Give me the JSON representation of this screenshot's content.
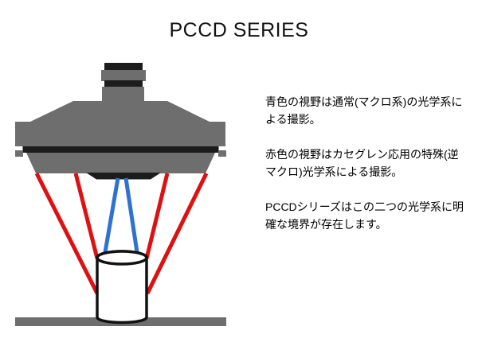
{
  "title": "PCCD SERIES",
  "description": {
    "paragraphs": [
      {
        "text": "青色の視野は通常(マクロ系)の光学系による撮影。"
      },
      {
        "text": "赤色の視野はカセグレン応用の特殊(逆マクロ)光学系による撮影。"
      },
      {
        "text": "PCCDシリーズはこの二つの光学系に明確な境界が存在します。"
      }
    ]
  },
  "diagram": {
    "colors": {
      "background": "#ffffff",
      "body_gray": "#6e6e6e",
      "dark": "#1c1c1c",
      "ground_gray": "#6e6e6e",
      "red_ray": "#dd1111",
      "blue_ray": "#2e72d2",
      "outline_black": "#111111",
      "cylinder_fill": "#ffffff"
    }
  }
}
